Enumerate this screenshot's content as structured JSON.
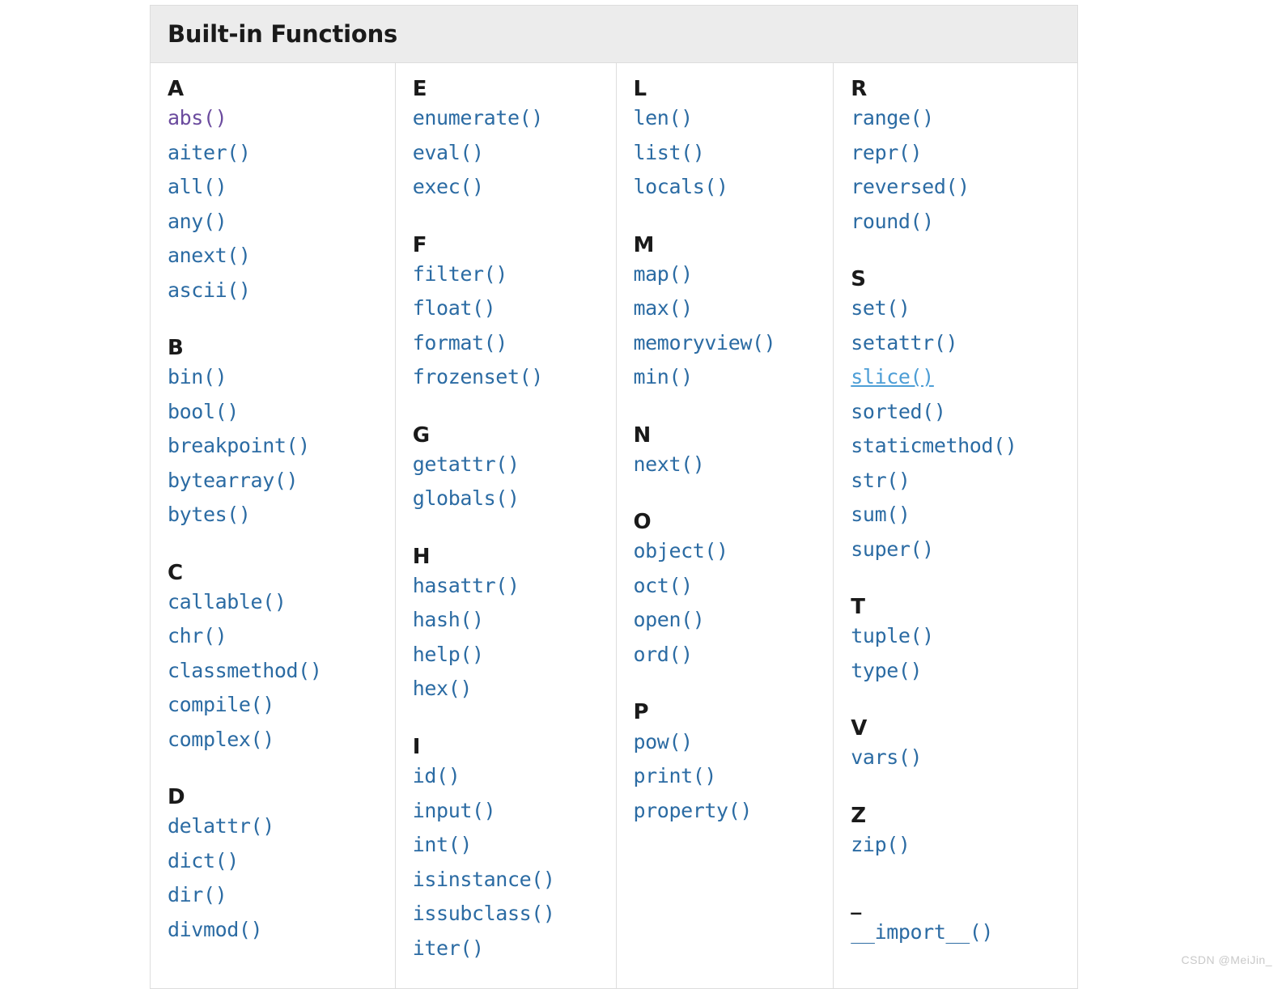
{
  "page": {
    "title": "Built-in Functions",
    "watermark": "CSDN @MeiJin_",
    "colors": {
      "link": "#2b6ba3",
      "link_visited": "#6b4b9e",
      "link_hover": "#4d9ed6",
      "header_background": "#ececec",
      "border": "#dddddd",
      "heading_text": "#1a1a1a"
    }
  },
  "columns": [
    {
      "index": 0,
      "groups": [
        {
          "letter": "A",
          "functions": [
            {
              "label": "abs()",
              "state": "visited"
            },
            {
              "label": "aiter()",
              "state": "normal"
            },
            {
              "label": "all()",
              "state": "normal"
            },
            {
              "label": "any()",
              "state": "normal"
            },
            {
              "label": "anext()",
              "state": "normal"
            },
            {
              "label": "ascii()",
              "state": "normal"
            }
          ]
        },
        {
          "letter": "B",
          "functions": [
            {
              "label": "bin()",
              "state": "normal"
            },
            {
              "label": "bool()",
              "state": "normal"
            },
            {
              "label": "breakpoint()",
              "state": "normal"
            },
            {
              "label": "bytearray()",
              "state": "normal"
            },
            {
              "label": "bytes()",
              "state": "normal"
            }
          ]
        },
        {
          "letter": "C",
          "functions": [
            {
              "label": "callable()",
              "state": "normal"
            },
            {
              "label": "chr()",
              "state": "normal"
            },
            {
              "label": "classmethod()",
              "state": "normal"
            },
            {
              "label": "compile()",
              "state": "normal"
            },
            {
              "label": "complex()",
              "state": "normal"
            }
          ]
        },
        {
          "letter": "D",
          "functions": [
            {
              "label": "delattr()",
              "state": "normal"
            },
            {
              "label": "dict()",
              "state": "normal"
            },
            {
              "label": "dir()",
              "state": "normal"
            },
            {
              "label": "divmod()",
              "state": "normal"
            }
          ]
        }
      ]
    },
    {
      "index": 1,
      "groups": [
        {
          "letter": "E",
          "functions": [
            {
              "label": "enumerate()",
              "state": "normal"
            },
            {
              "label": "eval()",
              "state": "normal"
            },
            {
              "label": "exec()",
              "state": "normal"
            }
          ]
        },
        {
          "letter": "F",
          "functions": [
            {
              "label": "filter()",
              "state": "normal"
            },
            {
              "label": "float()",
              "state": "normal"
            },
            {
              "label": "format()",
              "state": "normal"
            },
            {
              "label": "frozenset()",
              "state": "normal"
            }
          ]
        },
        {
          "letter": "G",
          "functions": [
            {
              "label": "getattr()",
              "state": "normal"
            },
            {
              "label": "globals()",
              "state": "normal"
            }
          ]
        },
        {
          "letter": "H",
          "functions": [
            {
              "label": "hasattr()",
              "state": "normal"
            },
            {
              "label": "hash()",
              "state": "normal"
            },
            {
              "label": "help()",
              "state": "normal"
            },
            {
              "label": "hex()",
              "state": "normal"
            }
          ]
        },
        {
          "letter": "I",
          "functions": [
            {
              "label": "id()",
              "state": "normal"
            },
            {
              "label": "input()",
              "state": "normal"
            },
            {
              "label": "int()",
              "state": "normal"
            },
            {
              "label": "isinstance()",
              "state": "normal"
            },
            {
              "label": "issubclass()",
              "state": "normal"
            },
            {
              "label": "iter()",
              "state": "normal"
            }
          ]
        }
      ]
    },
    {
      "index": 2,
      "groups": [
        {
          "letter": "L",
          "functions": [
            {
              "label": "len()",
              "state": "normal"
            },
            {
              "label": "list()",
              "state": "normal"
            },
            {
              "label": "locals()",
              "state": "normal"
            }
          ]
        },
        {
          "letter": "M",
          "functions": [
            {
              "label": "map()",
              "state": "normal"
            },
            {
              "label": "max()",
              "state": "normal"
            },
            {
              "label": "memoryview()",
              "state": "normal"
            },
            {
              "label": "min()",
              "state": "normal"
            }
          ]
        },
        {
          "letter": "N",
          "functions": [
            {
              "label": "next()",
              "state": "normal"
            }
          ]
        },
        {
          "letter": "O",
          "functions": [
            {
              "label": "object()",
              "state": "normal"
            },
            {
              "label": "oct()",
              "state": "normal"
            },
            {
              "label": "open()",
              "state": "normal"
            },
            {
              "label": "ord()",
              "state": "normal"
            }
          ]
        },
        {
          "letter": "P",
          "functions": [
            {
              "label": "pow()",
              "state": "normal"
            },
            {
              "label": "print()",
              "state": "normal"
            },
            {
              "label": "property()",
              "state": "normal"
            }
          ]
        }
      ]
    },
    {
      "index": 3,
      "groups": [
        {
          "letter": "R",
          "functions": [
            {
              "label": "range()",
              "state": "normal"
            },
            {
              "label": "repr()",
              "state": "normal"
            },
            {
              "label": "reversed()",
              "state": "normal"
            },
            {
              "label": "round()",
              "state": "normal"
            }
          ]
        },
        {
          "letter": "S",
          "functions": [
            {
              "label": "set()",
              "state": "normal"
            },
            {
              "label": "setattr()",
              "state": "normal"
            },
            {
              "label": "slice()",
              "state": "hovered"
            },
            {
              "label": "sorted()",
              "state": "normal"
            },
            {
              "label": "staticmethod()",
              "state": "normal"
            },
            {
              "label": "str()",
              "state": "normal"
            },
            {
              "label": "sum()",
              "state": "normal"
            },
            {
              "label": "super()",
              "state": "normal"
            }
          ]
        },
        {
          "letter": "T",
          "functions": [
            {
              "label": "tuple()",
              "state": "normal"
            },
            {
              "label": "type()",
              "state": "normal"
            }
          ]
        },
        {
          "letter": "V",
          "functions": [
            {
              "label": "vars()",
              "state": "normal"
            }
          ]
        },
        {
          "letter": "Z",
          "functions": [
            {
              "label": "zip()",
              "state": "normal"
            }
          ]
        },
        {
          "letter": "_",
          "functions": [
            {
              "label": "__import__()",
              "state": "normal"
            }
          ]
        }
      ]
    }
  ]
}
